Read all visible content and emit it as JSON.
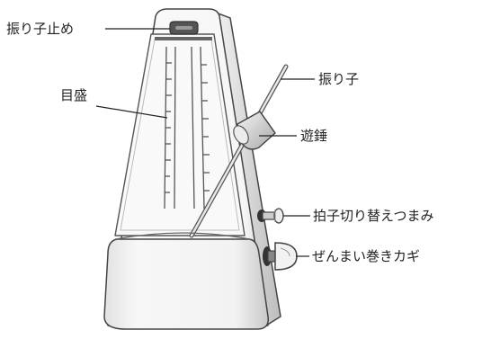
{
  "labels": {
    "pendulum_stopper": "振り子止め",
    "scale": "目盛",
    "pendulum": "振り子",
    "weight": "遊錘",
    "beat_switch": "拍子切り替えつまみ",
    "winding_key": "ぜんまい巻きカギ"
  }
}
